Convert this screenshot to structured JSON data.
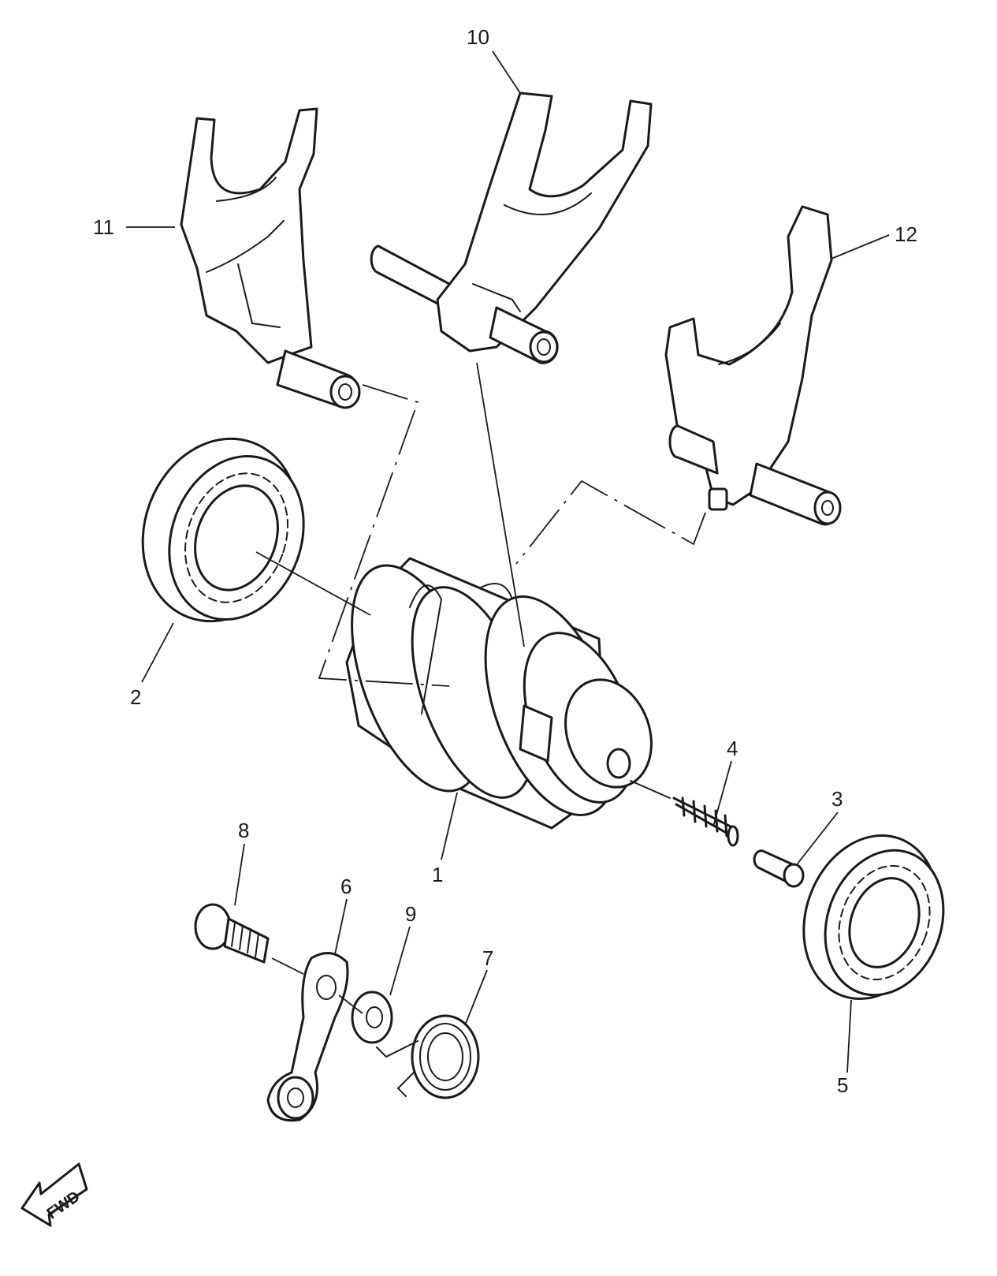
{
  "callouts": [
    {
      "id": "1",
      "label": "1"
    },
    {
      "id": "2",
      "label": "2"
    },
    {
      "id": "3",
      "label": "3"
    },
    {
      "id": "4",
      "label": "4"
    },
    {
      "id": "5",
      "label": "5"
    },
    {
      "id": "6",
      "label": "6"
    },
    {
      "id": "7",
      "label": "7"
    },
    {
      "id": "8",
      "label": "8"
    },
    {
      "id": "9",
      "label": "9"
    },
    {
      "id": "10",
      "label": "10"
    },
    {
      "id": "11",
      "label": "11"
    },
    {
      "id": "12",
      "label": "12"
    }
  ],
  "direction_marker": {
    "label": "FWD"
  },
  "colors": {
    "line": "#1a1a1a",
    "background": "#ffffff"
  }
}
